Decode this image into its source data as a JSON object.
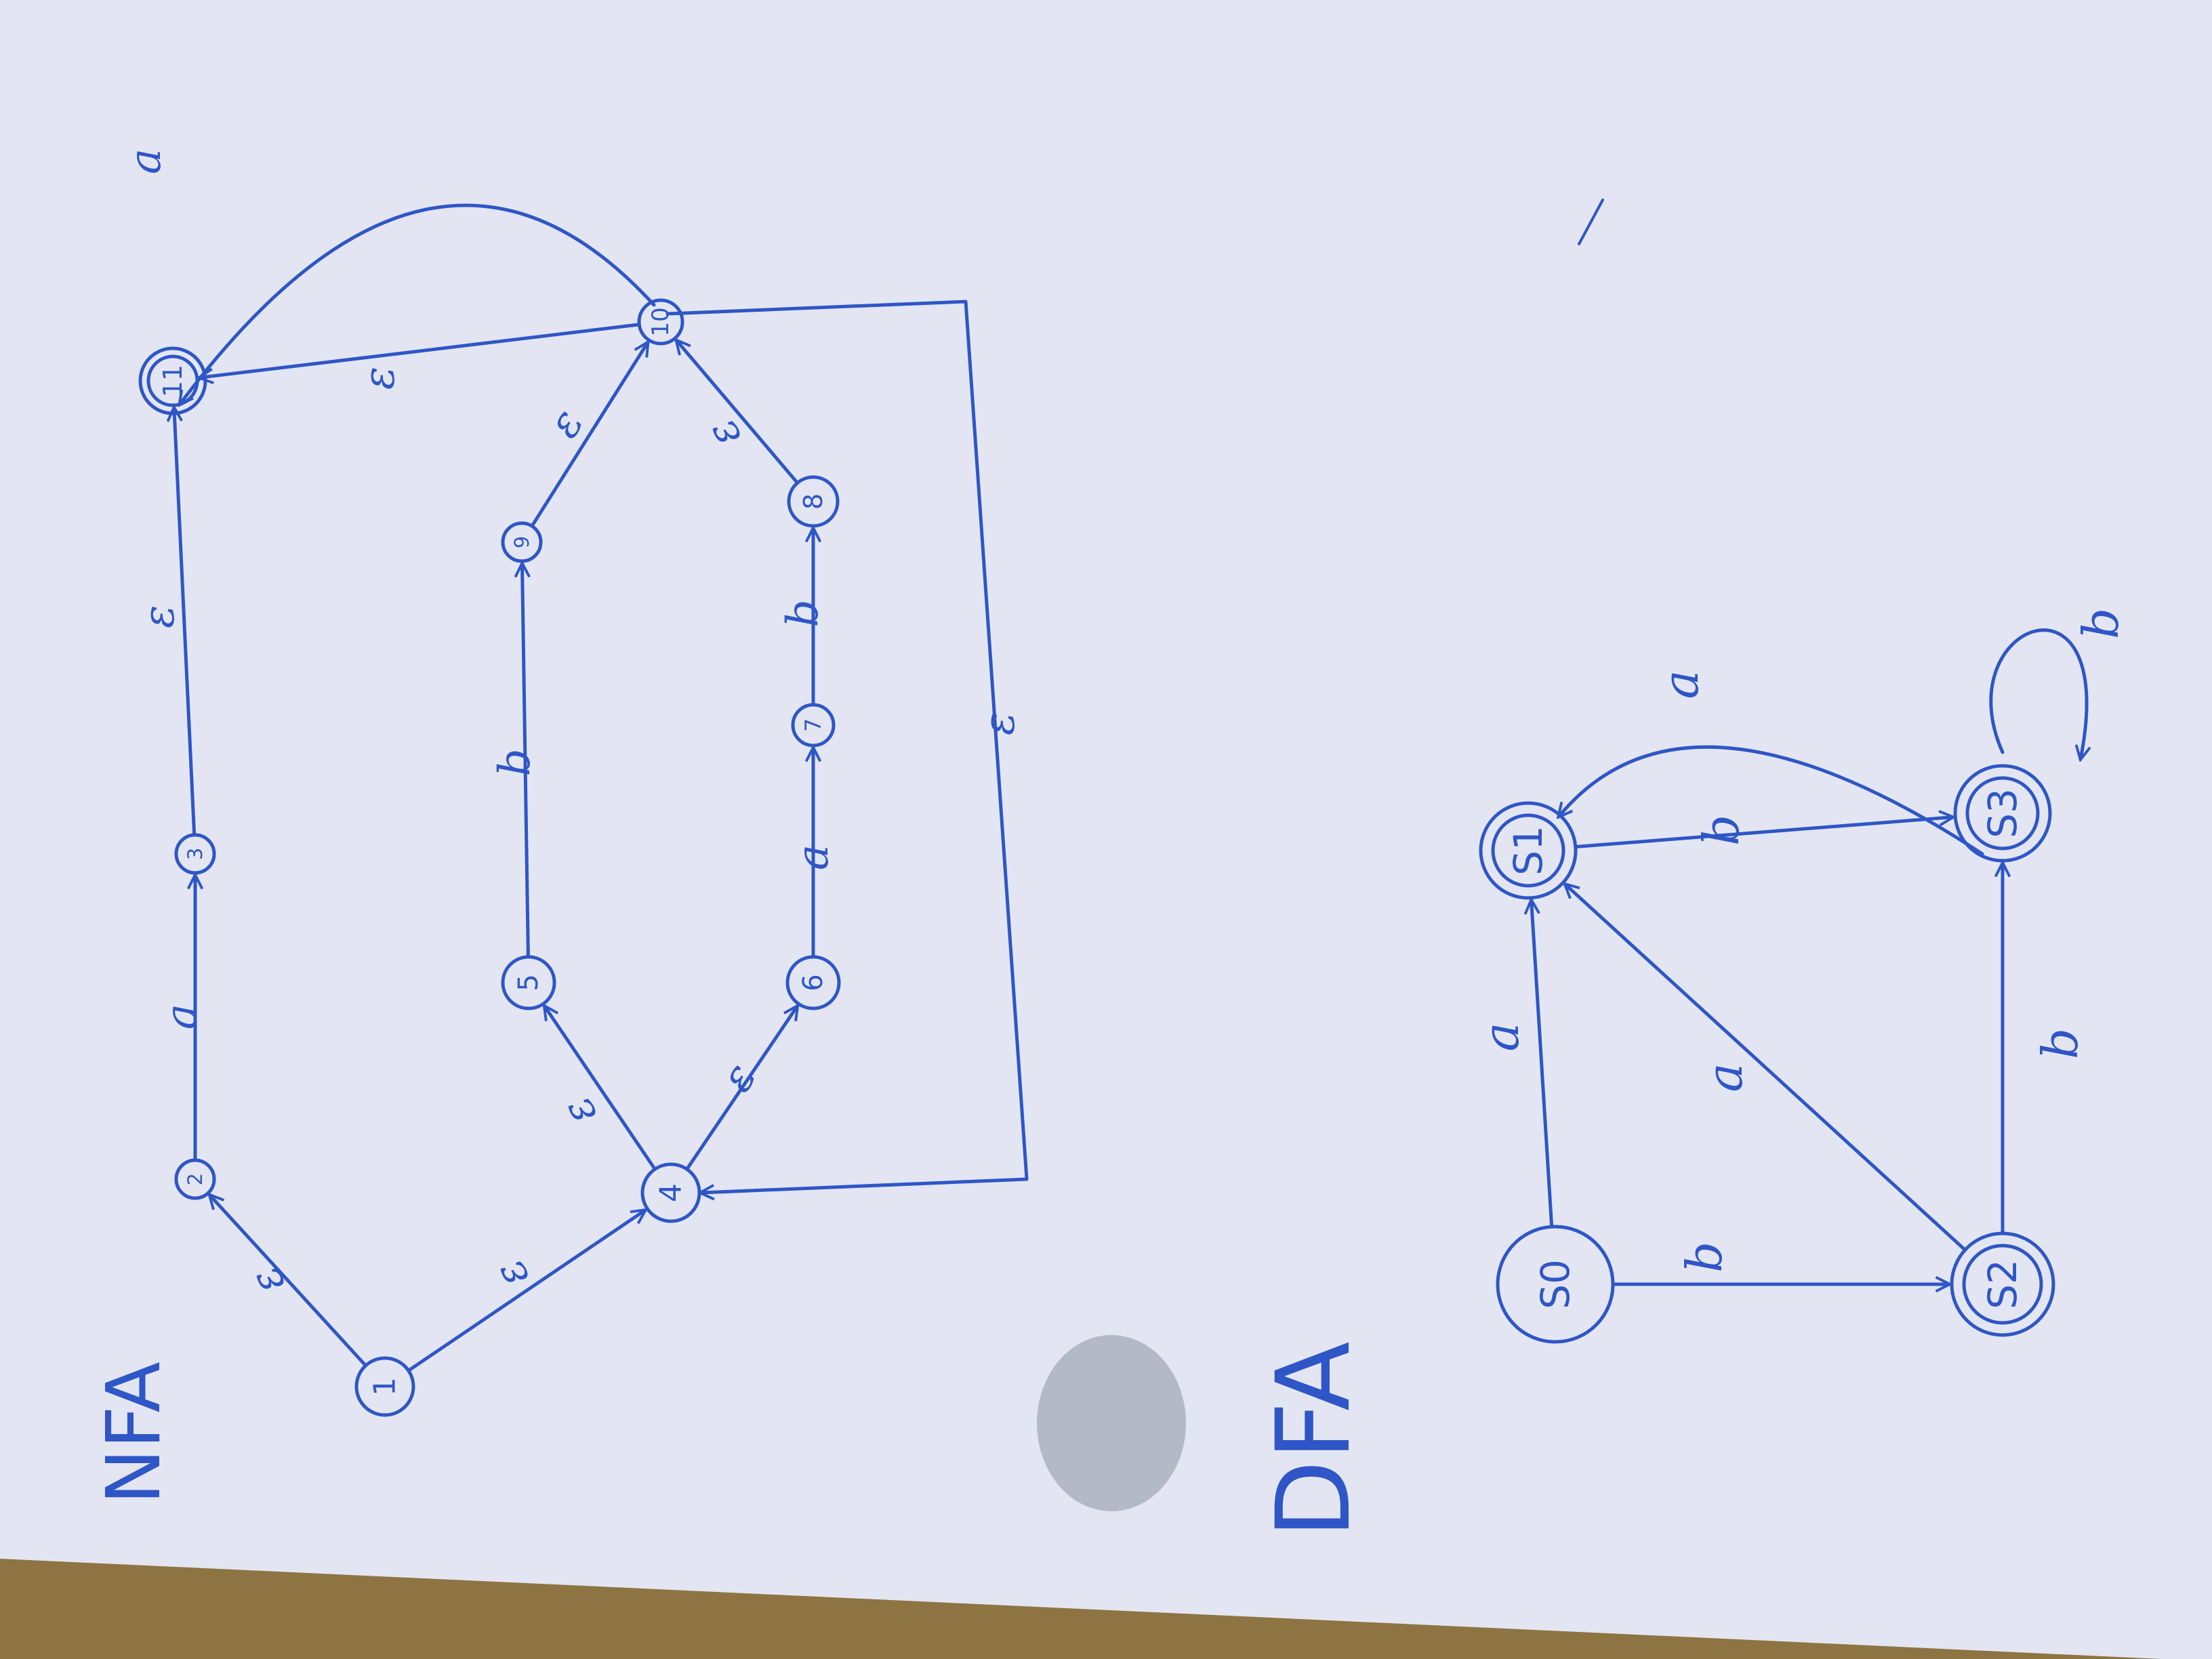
{
  "ink_color": "#2f56c6",
  "paper_color": "#e3e6f2",
  "table_color": "#8d7442",
  "nfa": {
    "title": "NFA",
    "states": [
      "1",
      "2",
      "3",
      "4",
      "5",
      "6",
      "7",
      "8",
      "9",
      "10",
      "11"
    ],
    "start_state": "1",
    "accepting_states": [
      "11"
    ],
    "transitions": [
      {
        "from": "1",
        "to": "2",
        "label": "ε"
      },
      {
        "from": "1",
        "to": "4",
        "label": "ε"
      },
      {
        "from": "2",
        "to": "3",
        "label": "a"
      },
      {
        "from": "3",
        "to": "11",
        "label": "ε"
      },
      {
        "from": "4",
        "to": "5",
        "label": "ε"
      },
      {
        "from": "4",
        "to": "6",
        "label": "ε"
      },
      {
        "from": "5",
        "to": "9",
        "label": "b"
      },
      {
        "from": "6",
        "to": "7",
        "label": "a"
      },
      {
        "from": "7",
        "to": "8",
        "label": "b"
      },
      {
        "from": "9",
        "to": "10",
        "label": "ε"
      },
      {
        "from": "8",
        "to": "10",
        "label": "ε"
      },
      {
        "from": "10",
        "to": "11",
        "label": "ε"
      },
      {
        "from": "10",
        "to": "11",
        "label": "a"
      },
      {
        "from": "10",
        "to": "4",
        "label": "ε"
      }
    ]
  },
  "dfa": {
    "title": "DFA",
    "states": [
      "S0",
      "S1",
      "S2",
      "S3"
    ],
    "accepting_states": [
      "S1",
      "S2",
      "S3"
    ],
    "transitions": [
      {
        "from": "S0",
        "to": "S1",
        "label": "a"
      },
      {
        "from": "S0",
        "to": "S2",
        "label": "b"
      },
      {
        "from": "S2",
        "to": "S1",
        "label": "a"
      },
      {
        "from": "S2",
        "to": "S3",
        "label": "b"
      },
      {
        "from": "S1",
        "to": "S3",
        "label": "b"
      },
      {
        "from": "S3",
        "to": "S1",
        "label": "a"
      },
      {
        "from": "S3",
        "to": "S3",
        "label": "b"
      }
    ]
  }
}
